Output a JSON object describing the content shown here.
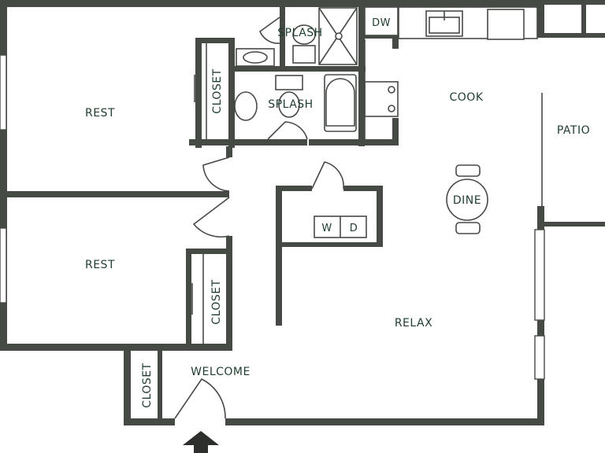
{
  "rooms": {
    "rest_upper": "REST",
    "rest_lower": "REST",
    "splash_top": "SPLASH",
    "splash_mid": "SPLASH",
    "closet_upper": "CLOSET",
    "closet_mid": "CLOSET",
    "closet_entry": "CLOSET",
    "cook": "COOK",
    "dine": "DINE",
    "patio": "PATIO",
    "relax": "RELAX",
    "welcome": "WELCOME"
  },
  "appliances": {
    "dishwasher": "DW",
    "washer": "W",
    "dryer": "D"
  },
  "icons": {
    "entry": "entry-arrow-icon"
  },
  "colors": {
    "wall": "#464a45",
    "label": "#1f3d2e",
    "background": "#ffffff"
  }
}
